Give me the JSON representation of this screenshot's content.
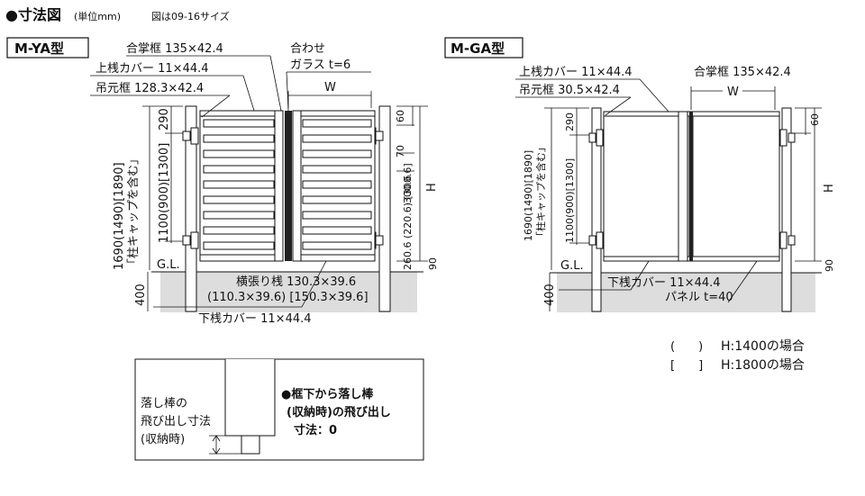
{
  "header": {
    "title": "●寸法図",
    "unit": "(単位mm)",
    "size_note": "図は09-16サイズ"
  },
  "ya": {
    "type_label": "M-YA型",
    "gassho": "合掌框 135×42.4",
    "awase_1": "合わせ",
    "awase_2": "ガラス t=6",
    "uesan": "上桟カバー 11×44.4",
    "tsurimoto": "吊元框 128.3×42.4",
    "w": "W",
    "h": "H",
    "d60": "60",
    "d70": "70",
    "d300": "300.6",
    "d_mid": "260.6 (220.6) [300.6]",
    "d90": "90",
    "d290": "290",
    "d_1100": "1100(900)[1300]",
    "d_1690": "1690(1490)[1890]",
    "bracket_text": "「柱キャップを含む」",
    "gl": "G.L.",
    "d400": "400",
    "yokobari_1": "横張り桟 130.3×39.6",
    "yokobari_2": "(110.3×39.6) [150.3×39.6]",
    "shitasan": "下桟カバー 11×44.4"
  },
  "ga": {
    "type_label": "M-GA型",
    "uesan": "上桟カバー 11×44.4",
    "tsurimoto": "吊元框 30.5×42.4",
    "gassho": "合掌框 135×42.4",
    "w": "W",
    "h": "H",
    "d60": "60",
    "d90": "90",
    "d290": "290",
    "d_1100": "1100(900)[1300]",
    "d_1690": "1690(1490)[1890]",
    "bracket_text": "「柱キャップを含む」",
    "gl": "G.L.",
    "d400": "400",
    "shitasan": "下桟カバー 11×44.4",
    "panel": "パネル t=40"
  },
  "legend": {
    "paren_mark": "(　　)",
    "paren_text": "H:1400の場合",
    "bracket_mark": "[　　]",
    "bracket_text": "H:1800の場合"
  },
  "detail": {
    "left_1": "落し棒の",
    "left_2": "飛び出し寸法",
    "left_3": "(収納時)",
    "right_1": "●框下から落し棒",
    "right_2": "(収納時)の飛び出し",
    "right_3": "寸法：0"
  }
}
